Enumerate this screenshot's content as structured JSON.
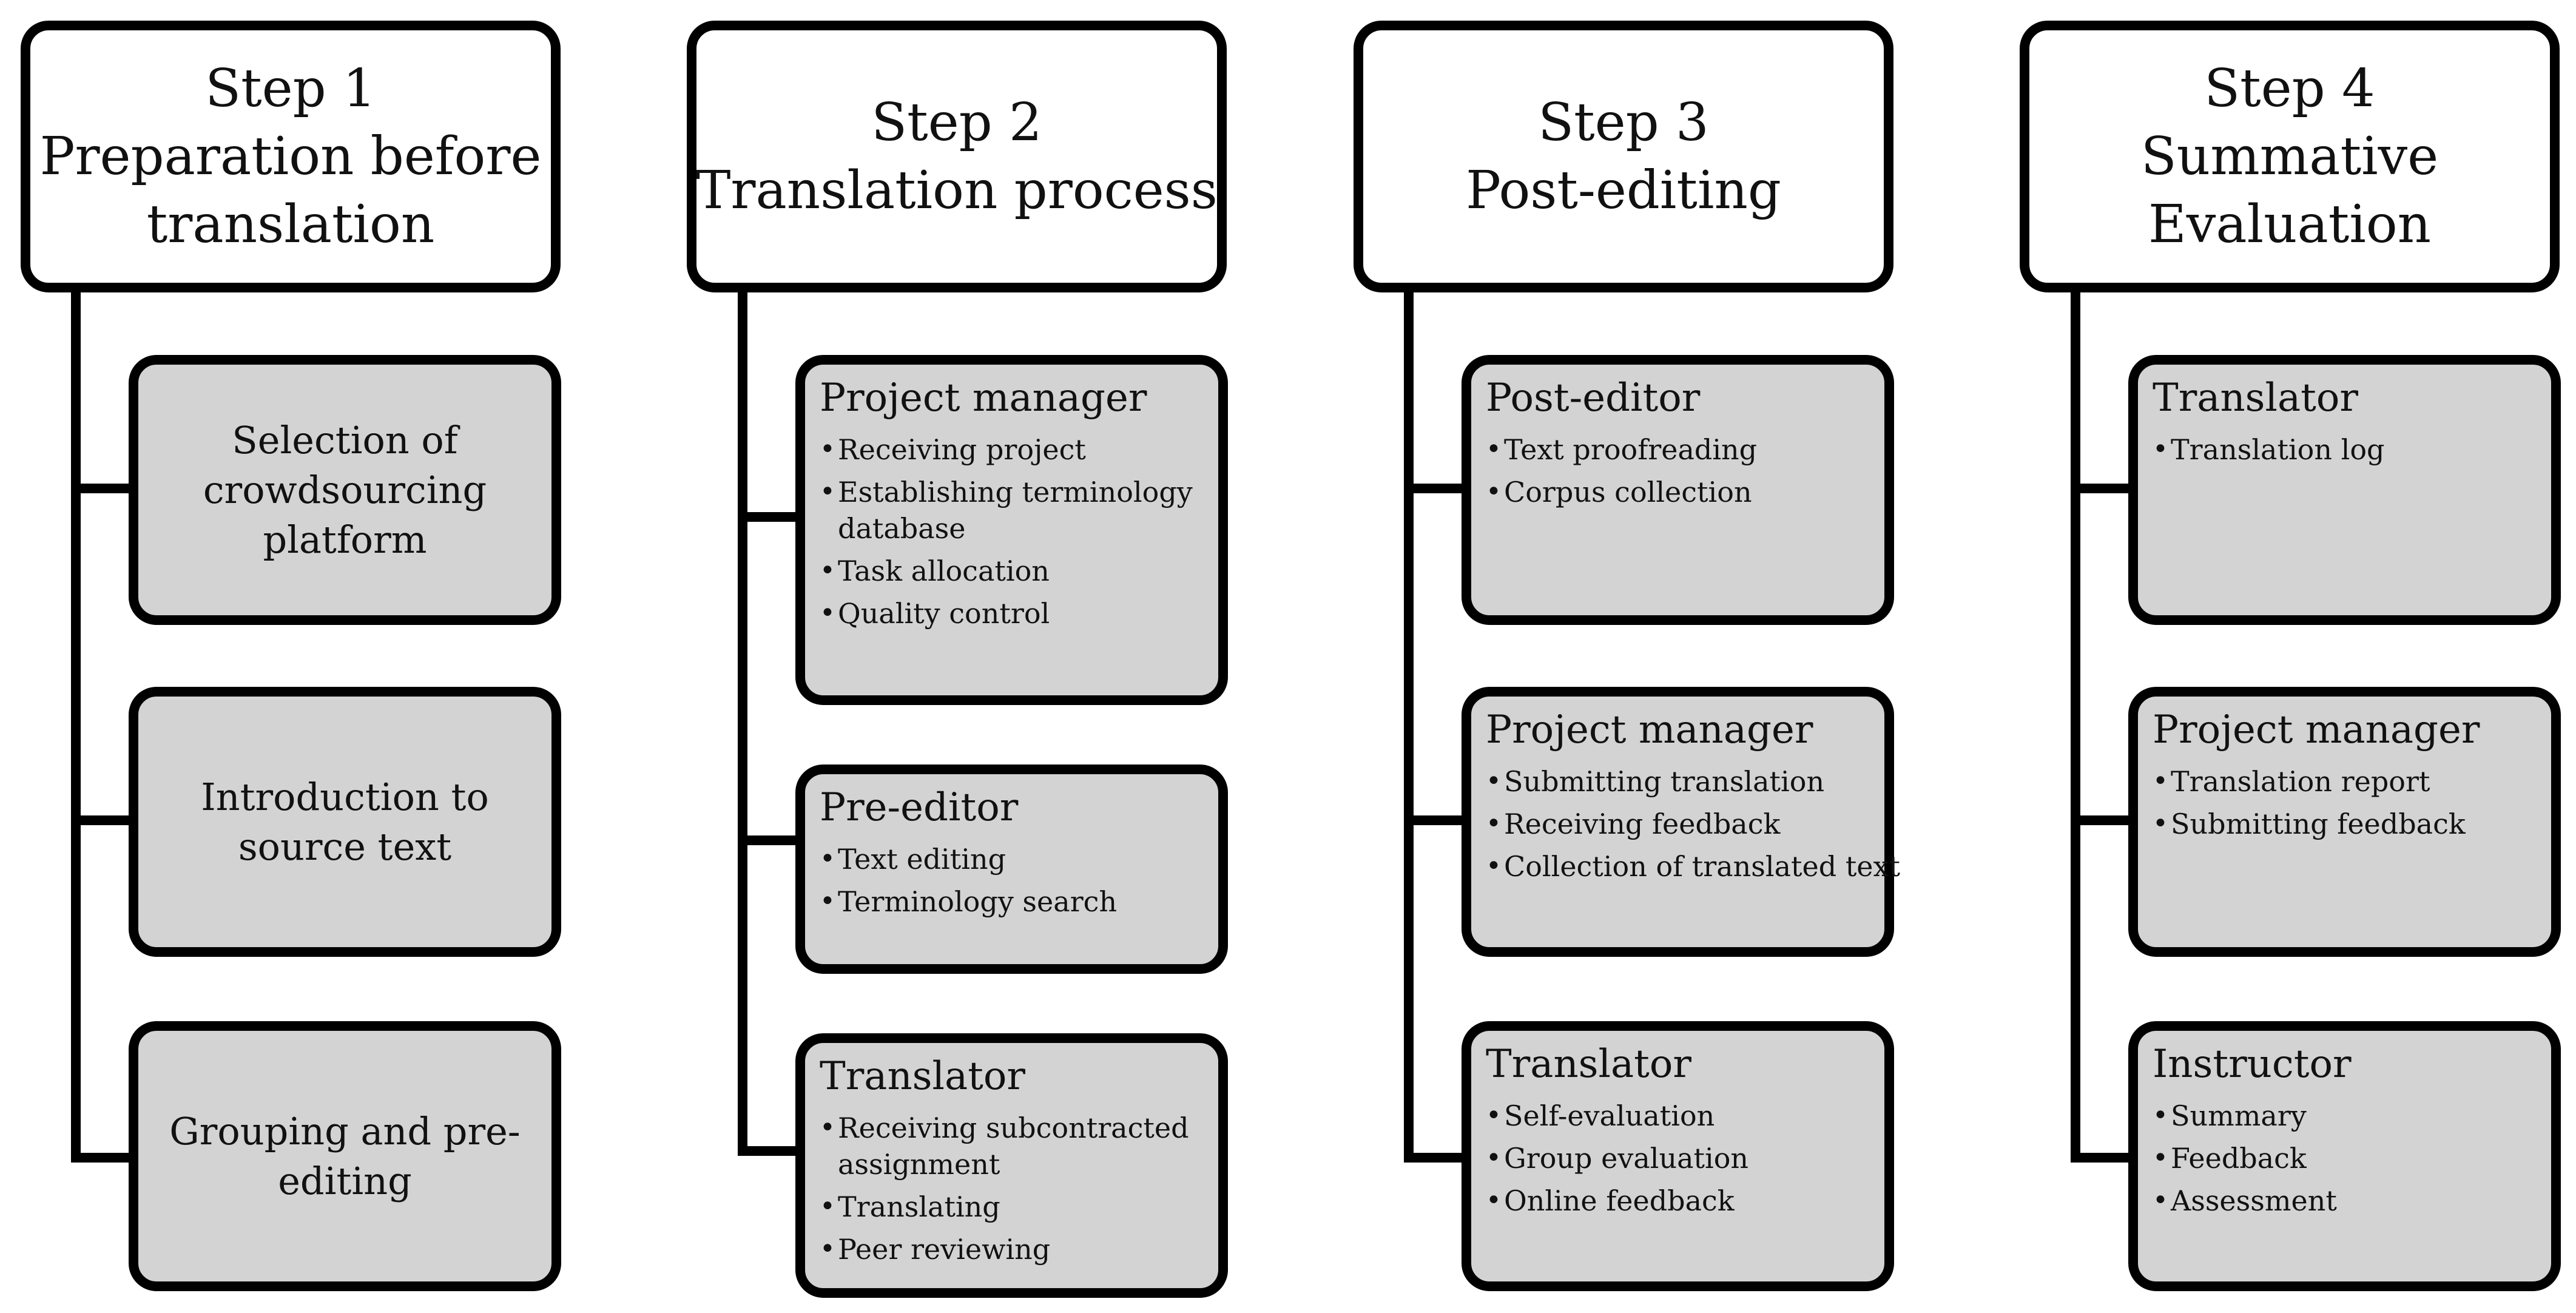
{
  "steps": [
    {
      "heading_lines": [
        "Step 1",
        "Preparation before",
        "translation"
      ],
      "tasks": [
        {
          "lines": [
            "Selection of",
            "crowdsourcing",
            "platform"
          ]
        },
        {
          "lines": [
            "Introduction to",
            "source text"
          ]
        },
        {
          "lines": [
            "Grouping and pre-",
            "editing"
          ]
        }
      ]
    },
    {
      "heading_lines": [
        "Step 2",
        "Translation process"
      ],
      "roles": [
        {
          "title": "Project manager",
          "items": [
            [
              "Receiving project"
            ],
            [
              "Establishing terminology",
              "database"
            ],
            [
              "Task allocation"
            ],
            [
              "Quality control"
            ]
          ]
        },
        {
          "title": "Pre-editor",
          "items": [
            [
              "Text editing"
            ],
            [
              "Terminology search"
            ]
          ]
        },
        {
          "title": "Translator",
          "items": [
            [
              "Receiving subcontracted",
              "assignment"
            ],
            [
              "Translating"
            ],
            [
              "Peer reviewing"
            ]
          ]
        }
      ]
    },
    {
      "heading_lines": [
        "Step 3",
        "Post-editing"
      ],
      "roles": [
        {
          "title": "Post-editor",
          "items": [
            [
              "Text proofreading"
            ],
            [
              "Corpus collection"
            ]
          ]
        },
        {
          "title": "Project manager",
          "items": [
            [
              "Submitting translation"
            ],
            [
              "Receiving feedback"
            ],
            [
              "Collection of translated text"
            ]
          ]
        },
        {
          "title": "Translator",
          "items": [
            [
              "Self-evaluation"
            ],
            [
              "Group evaluation"
            ],
            [
              "Online feedback"
            ]
          ]
        }
      ]
    },
    {
      "heading_lines": [
        "Step 4",
        "Summative",
        "Evaluation"
      ],
      "roles": [
        {
          "title": "Translator",
          "items": [
            [
              "Translation log"
            ]
          ]
        },
        {
          "title": "Project manager",
          "items": [
            [
              "Translation report"
            ],
            [
              "Submitting feedback"
            ]
          ]
        },
        {
          "title": "Instructor",
          "items": [
            [
              "Summary"
            ],
            [
              "Feedback"
            ],
            [
              "Assessment"
            ]
          ]
        }
      ]
    }
  ],
  "bullet": "•"
}
